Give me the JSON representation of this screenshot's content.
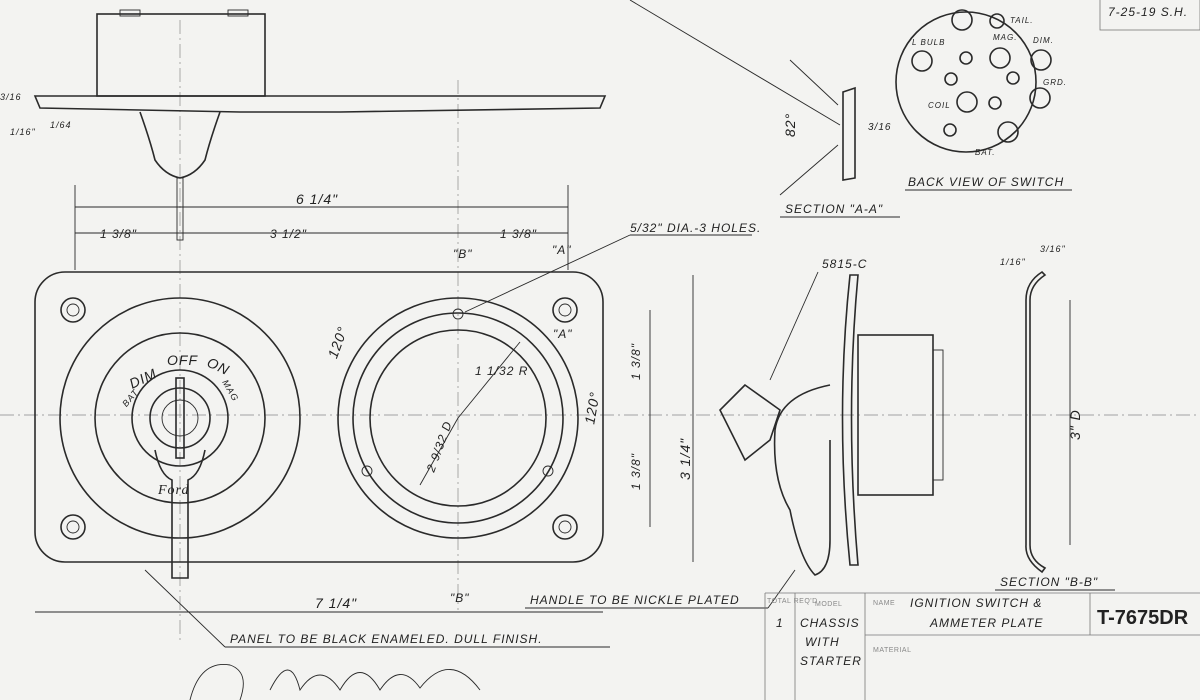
{
  "title_block": {
    "total_reqd_label": "TOTAL REQ'D",
    "model_label": "MODEL",
    "name_label": "NAME",
    "material_label": "MATERIAL",
    "quantity": "1",
    "model_lines": [
      "CHASSIS",
      "WITH",
      "STARTER"
    ],
    "name_lines": [
      "IGNITION SWITCH &",
      "AMMETER PLATE"
    ],
    "drawing_number": "T-7675DR",
    "date_initials": "7-25-19 S.H."
  },
  "views": {
    "back_view_title": "BACK VIEW OF SWITCH",
    "back_view_terminals": [
      "TAIL.",
      "L BULB",
      "MAG.",
      "DIM.",
      "GRD.",
      "COIL",
      "BAT."
    ],
    "section_a_title": "SECTION \"A-A\"",
    "section_b_title": "SECTION \"B-B\"",
    "section_a_angle": "82°",
    "section_a_dim": "3/16",
    "section_b_dims": [
      "1/16\"",
      "3/16\"",
      "3\" D"
    ]
  },
  "dimensions": {
    "overall_top": "6 1/4\"",
    "left_offset": "1 3/8\"",
    "middle": "3 1/2\"",
    "right_offset": "1 3/8\"",
    "overall_width": "7 1/4\"",
    "overall_height": "3 1/4\"",
    "upper_half": "1 3/8\"",
    "lower_half": "1 3/8\"",
    "angle_left": "120°",
    "angle_right": "120°",
    "radius": "1 1/32 R",
    "diameter": "2 9/32 D",
    "holes": "5/32\" DIA.-3 HOLES.",
    "part_number": "5815-C",
    "thickness": [
      "3/16",
      "1/16\"",
      "1/64"
    ],
    "section_markers": [
      "\"B\"",
      "\"B\"",
      "\"A\"",
      "\"A\""
    ]
  },
  "panel": {
    "positions": [
      "DIM",
      "OFF",
      "ON"
    ],
    "left_label": "BAT",
    "right_label": "MAG",
    "brand": "Ford"
  },
  "notes": {
    "handle": "HANDLE TO BE NICKLE PLATED",
    "panel": "PANEL TO BE BLACK ENAMELED. DULL FINISH."
  }
}
